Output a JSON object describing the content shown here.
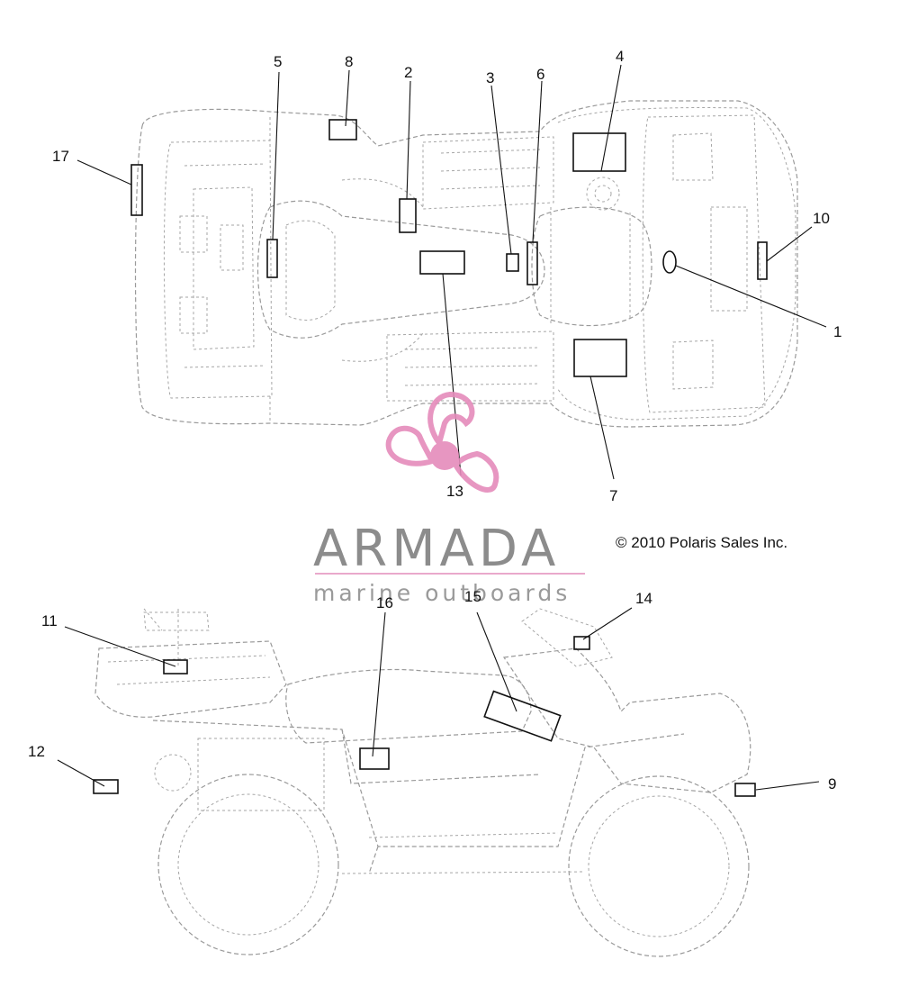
{
  "diagram": {
    "callouts": [
      "1",
      "2",
      "3",
      "4",
      "5",
      "6",
      "7",
      "8",
      "9",
      "10",
      "11",
      "12",
      "13",
      "14",
      "15",
      "16",
      "17"
    ],
    "copyright": "© 2010 Polaris Sales Inc."
  },
  "watermark": {
    "title": "ARMADA",
    "subtitle": "marine outboards",
    "accent_color": "#e58bbb",
    "line_color": "#e9a9cc"
  },
  "colors": {
    "linework": "#9a9a9a",
    "callout_box": "#111111",
    "background": "#ffffff"
  }
}
